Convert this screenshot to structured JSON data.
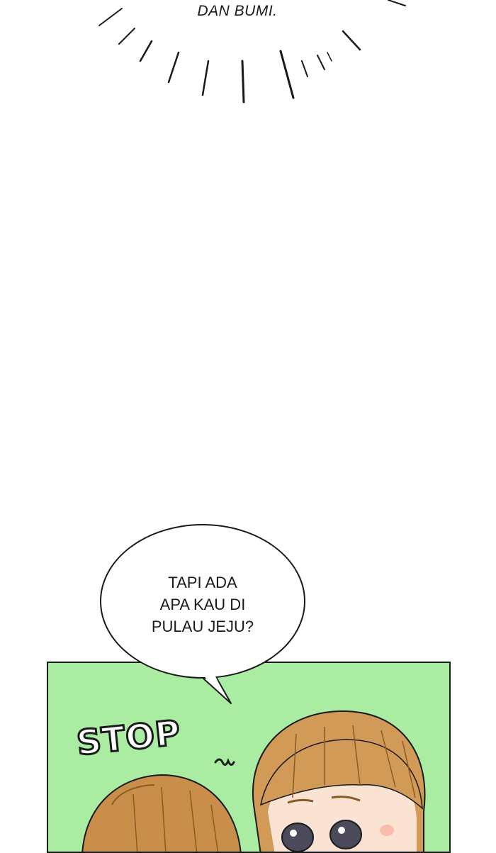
{
  "top_caption": "DAN BUMI.",
  "speech_bubble": {
    "lines": [
      "TAPI ADA",
      "APA KAU DI",
      "PULAU JEJU?"
    ]
  },
  "panel": {
    "background_color": "#a9eca2",
    "sfx": "STOP"
  },
  "colors": {
    "hair": "#c98f4a",
    "hair_dark": "#8a5a24",
    "skin": "#fbe3d3",
    "outline": "#1a1a1a"
  }
}
